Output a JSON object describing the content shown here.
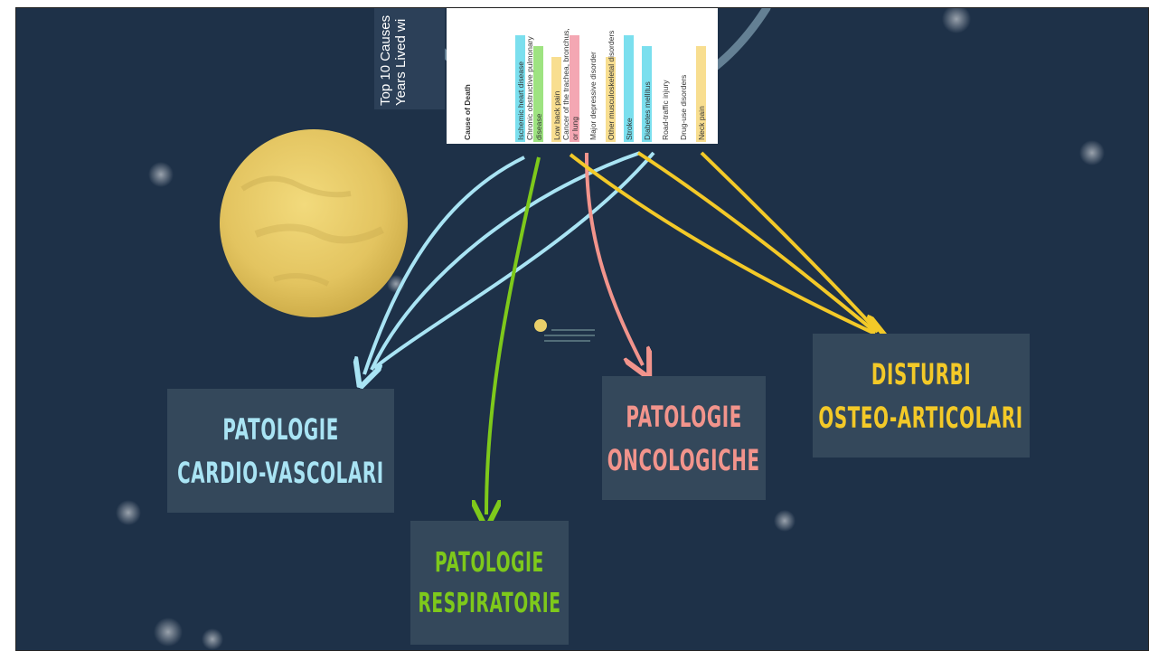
{
  "title_fragment": {
    "line1": "Top 10 Causes",
    "line2": "Years Lived wi"
  },
  "table": {
    "header": "Cause of Death",
    "causes": [
      {
        "label": "Ischemic heart disease",
        "highlight": "#4fd4e8"
      },
      {
        "label": "Chronic obstructive pulmonary disease",
        "highlight": "#7ed957"
      },
      {
        "label": "Low back pain",
        "highlight": "#f5d36b"
      },
      {
        "label": "Cancer of the trachea, bronchus, or lung",
        "highlight": "#f08a9a"
      },
      {
        "label": "Major depressive disorder",
        "highlight": ""
      },
      {
        "label": "Other musculoskeletal disorders",
        "highlight": "#f5d36b"
      },
      {
        "label": "Stroke",
        "highlight": "#4fd4e8"
      },
      {
        "label": "Diabetes mellitus",
        "highlight": "#4fd4e8"
      },
      {
        "label": "Road-traffic injury",
        "highlight": ""
      },
      {
        "label": "Drug-use disorders",
        "highlight": ""
      },
      {
        "label": "Neck pain",
        "highlight": "#f5d36b"
      }
    ]
  },
  "categories": {
    "cardio": {
      "line1": "PATOLOGIE",
      "line2": "CARDIO-VASCOLARI",
      "color": "#a9e4f4"
    },
    "respiratory": {
      "line1": "PATOLOGIE",
      "line2": "RESPIRATORIE",
      "color": "#7ec91b"
    },
    "oncology": {
      "line1": "PATOLOGIE",
      "line2": "ONCOLOGICHE",
      "color": "#f2948c"
    },
    "osteo": {
      "line1": "DISTURBI",
      "line2": "OSTEO-ARTICOLARI",
      "color": "#f3c928"
    }
  },
  "colors": {
    "background": "#1e3148",
    "box": "#34485b",
    "moon": "#e9cf6a"
  }
}
